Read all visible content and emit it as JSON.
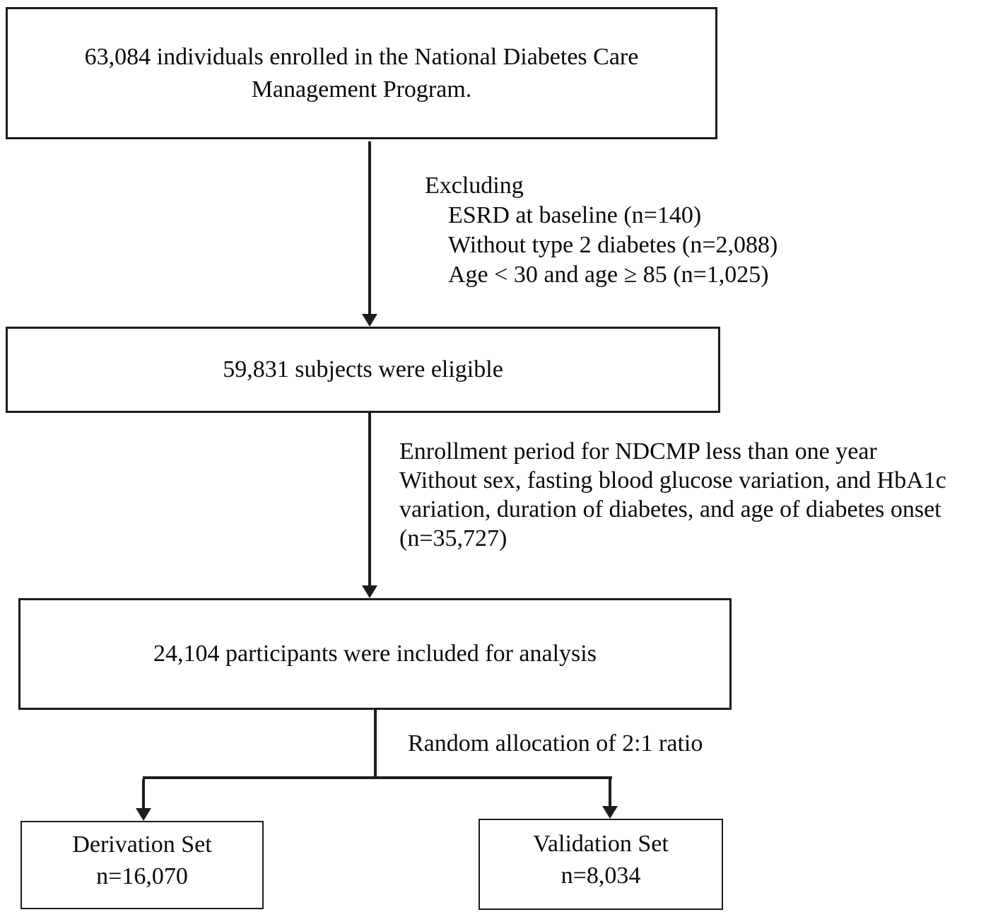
{
  "boxes": {
    "enrolled": {
      "lines": [
        "63,084 individuals enrolled in the National Diabetes Care",
        "Management Program."
      ]
    },
    "eligible": {
      "lines": [
        "59,831 subjects were eligible"
      ]
    },
    "analysis": {
      "lines": [
        "24,104 participants were included for analysis"
      ]
    },
    "derivation": {
      "lines": [
        "Derivation Set",
        "n=16,070"
      ]
    },
    "validation": {
      "lines": [
        "Validation Set",
        "n=8,034"
      ]
    }
  },
  "annotations": {
    "exclusion1": {
      "header": "Excluding",
      "items": [
        "ESRD at baseline (n=140)",
        "Without type 2 diabetes (n=2,088)",
        "Age < 30 and age ≥ 85 (n=1,025)"
      ]
    },
    "exclusion2": {
      "lines": [
        "Enrollment period for NDCMP less than one year",
        "Without sex, fasting blood glucose variation, and HbA1c",
        "variation, duration of diabetes, and age of diabetes onset",
        "(n=35,727)"
      ]
    },
    "allocation_label": "Random allocation of 2:1 ratio"
  },
  "colors": {
    "line": "#1c1c1c",
    "text": "#0a0a0a",
    "background": "#ffffff"
  }
}
